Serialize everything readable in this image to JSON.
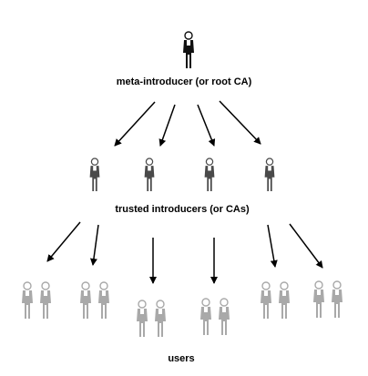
{
  "labels": {
    "meta_introducer": "meta-introducer (or root CA)",
    "trusted_introducers": "trusted introducers (or CAs)",
    "users": "users"
  },
  "colors": {
    "root_figure": "#111111",
    "introducer_figure": "#4a4a4a",
    "user_figure": "#a9a9a9",
    "arrow": "#000000"
  },
  "icons": {
    "person": "person-icon"
  }
}
